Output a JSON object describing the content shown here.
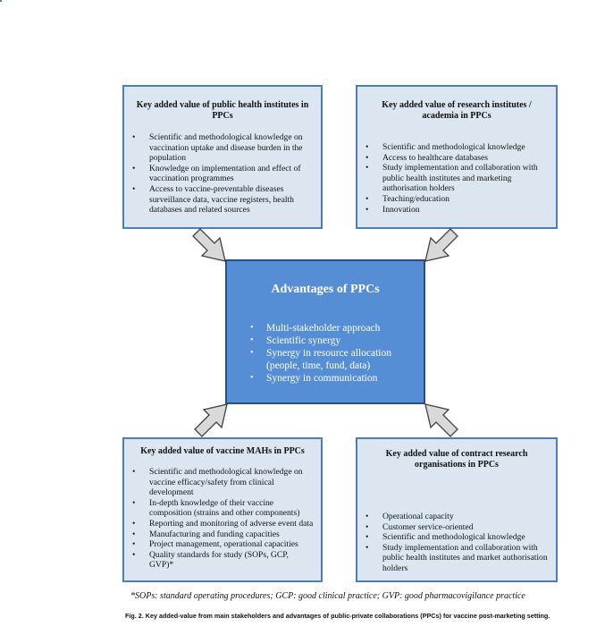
{
  "boxes": {
    "public_health": {
      "title": "Key added value of public health institutes in PPCs",
      "items": [
        "Scientific and methodological knowledge on vaccination uptake and disease burden in the population",
        "Knowledge on implementation and effect of vaccination programmes",
        "Access to vaccine-preventable diseases surveillance data, vaccine registers, health databases and related sources"
      ]
    },
    "research": {
      "title": "Key added value of research institutes / academia in PPCs",
      "items": [
        "Scientific and methodological knowledge",
        "Access to healthcare databases",
        "Study implementation and collaboration with public health institutes and marketing authorisation holders",
        "Teaching/education",
        "Innovation"
      ]
    },
    "mahs": {
      "title": "Key added value of vaccine MAHs in PPCs",
      "items": [
        "Scientific and methodological knowledge on vaccine efficacy/safety from clinical development",
        "In-depth knowledge of their vaccine composition (strains and other components)",
        "Reporting and monitoring of adverse event data",
        "Manufacturing and funding capacities",
        "Project management, operational capacities",
        "Quality standards for study (SOPs, GCP, GVP)*"
      ]
    },
    "cro": {
      "title": "Key added value of contract research organisations in PPCs",
      "items": [
        "Operational capacity",
        "Customer service-oriented",
        "Scientific and methodological knowledge",
        "Study implementation and collaboration with public health institutes and market authorisation holders"
      ]
    }
  },
  "center": {
    "title": "Advantages of PPCs",
    "items": [
      "Multi-stakeholder approach",
      "Scientific synergy",
      "Synergy in resource allocation (people, time, fund, data)",
      "Synergy in communication"
    ]
  },
  "footnote": "*SOPs: standard operating procedures; GCP: good clinical practice; GVP: good pharmacovigilance practice",
  "caption": "Fig. 2. Key added-value from main stakeholders and advantages of public-private collaborations (PPCs) for vaccine post-marketing setting.",
  "colors": {
    "box_fill": "#dce6f1",
    "box_border": "#4a7ebb",
    "center_fill": "#558ed5",
    "arrow_fill": "#d9d9d9"
  }
}
